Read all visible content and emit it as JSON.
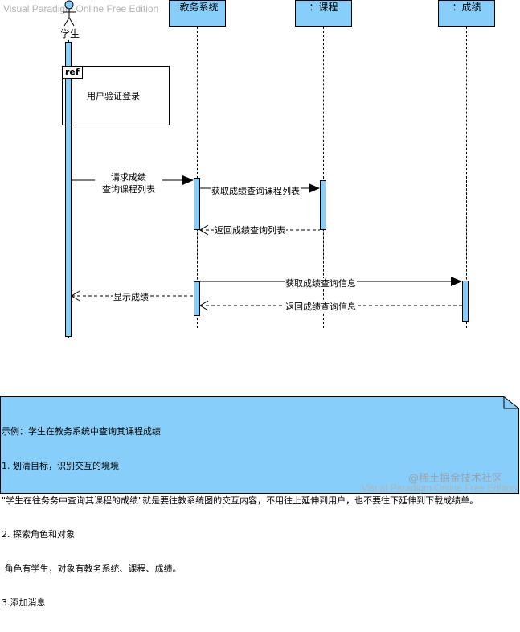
{
  "watermark_top": "Visual Paradigm Online Free Edition",
  "watermark_bottom": "Visual Paradigm Online Free Edition",
  "juejin_watermark": "@稀土掘金技术社区",
  "actor": {
    "label": "学生"
  },
  "lifelines": [
    {
      "label": ":教务系统"
    },
    {
      "label": "：课程"
    },
    {
      "label": "：成绩"
    }
  ],
  "ref": {
    "tag": "ref",
    "text": "用户验证登录"
  },
  "messages": {
    "m1_line1": "请求成绩",
    "m1_line2": "查询课程列表",
    "m2": "获取成绩查询课程列表",
    "m3": "返回成绩查询列表",
    "m4": "获取成绩查询信息",
    "m5": "返回成绩查询信息",
    "m6": "显示成绩"
  },
  "note": {
    "lines": [
      "示例：学生在教务系统中查询其课程成绩",
      "1. 划清目标，识别交互的境境",
      "\"学生在往务务中查询其课程的成绩\"就是要往教系统图的交互内容，不用往上延伸到用户，也不要往下延伸到下载成绩单。",
      "2. 探索角色和对象",
      " 角色有学生，对象有教务系统、课程、成绩。",
      "3.添加消息"
    ]
  },
  "colors": {
    "fill": "#87cefa",
    "line": "#000000"
  }
}
